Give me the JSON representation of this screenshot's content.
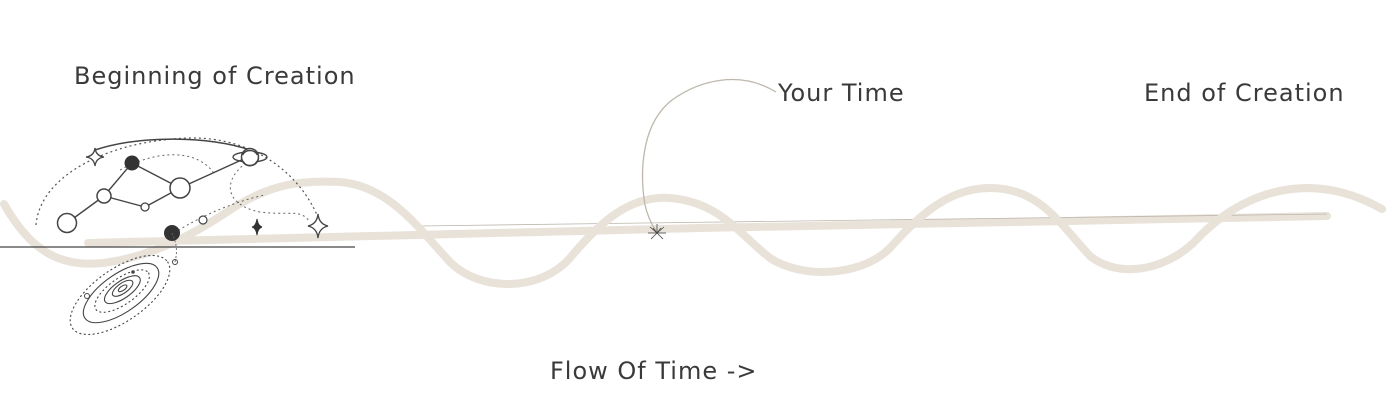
{
  "labels": {
    "beginning": "Beginning of Creation",
    "your_time": "Your Time",
    "end": "End of Creation",
    "flow": "Flow Of Time ->"
  },
  "colors": {
    "wave": "#e8e2d9",
    "ink": "#3a3a3a",
    "line": "#555555",
    "dotted": "#6a6a6a",
    "baseline": "#bdb7ad"
  },
  "icons": [
    "galaxy-icon",
    "constellation-icon",
    "planet-icon",
    "sparkle-star-icon",
    "burst-icon"
  ]
}
